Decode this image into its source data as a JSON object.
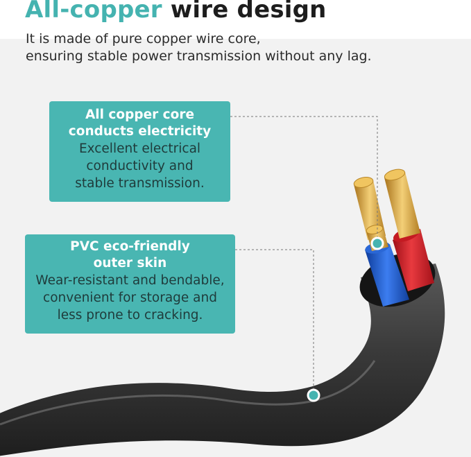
{
  "heading": {
    "accent": "All-copper",
    "rest": "wire design"
  },
  "subtitle": {
    "line1": "It is made of pure copper wire core,",
    "line2": "ensuring stable power transmission without any lag."
  },
  "callouts": [
    {
      "title_line1": "All copper core",
      "title_line2": "conducts electricity",
      "body_line1": "Excellent electrical",
      "body_line2": "conductivity and",
      "body_line3": "stable transmission."
    },
    {
      "title_line1": "PVC eco-friendly",
      "title_line2": "outer skin",
      "body_line1": "Wear-resistant and bendable,",
      "body_line2": "convenient for storage and",
      "body_line3": "less prone to cracking."
    }
  ],
  "colors": {
    "accent": "#45b3b0",
    "callout_bg": "#49b6b2",
    "cable_jacket": "#3a3a3a",
    "wire_red": "#d3202a",
    "wire_blue": "#1f5fd0",
    "copper": "#d9a441"
  }
}
